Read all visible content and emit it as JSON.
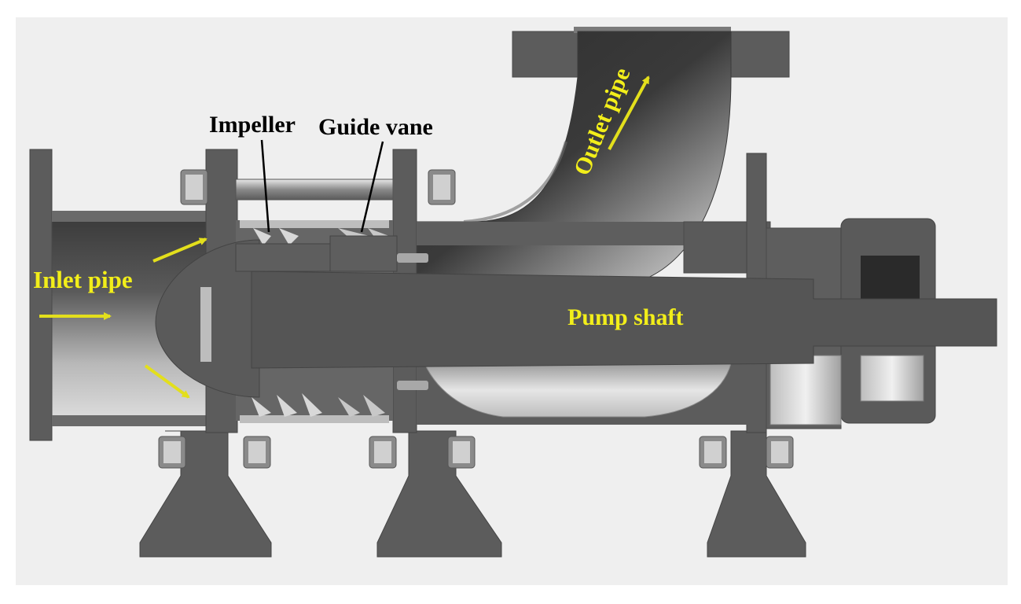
{
  "labels": {
    "impeller": "Impeller",
    "guide_vane": "Guide vane",
    "outlet_pipe": "Outlet pipe",
    "inlet_pipe": "Inlet pipe",
    "pump_shaft": "Pump shaft"
  },
  "colors": {
    "background": "#efefef",
    "body_dark": "#505050",
    "body_mid": "#5c5c5c",
    "body_light": "#7a7a7a",
    "label_yellow": "#f2ee1a",
    "arrow_yellow": "#e3df1c",
    "label_black": "#000000"
  }
}
